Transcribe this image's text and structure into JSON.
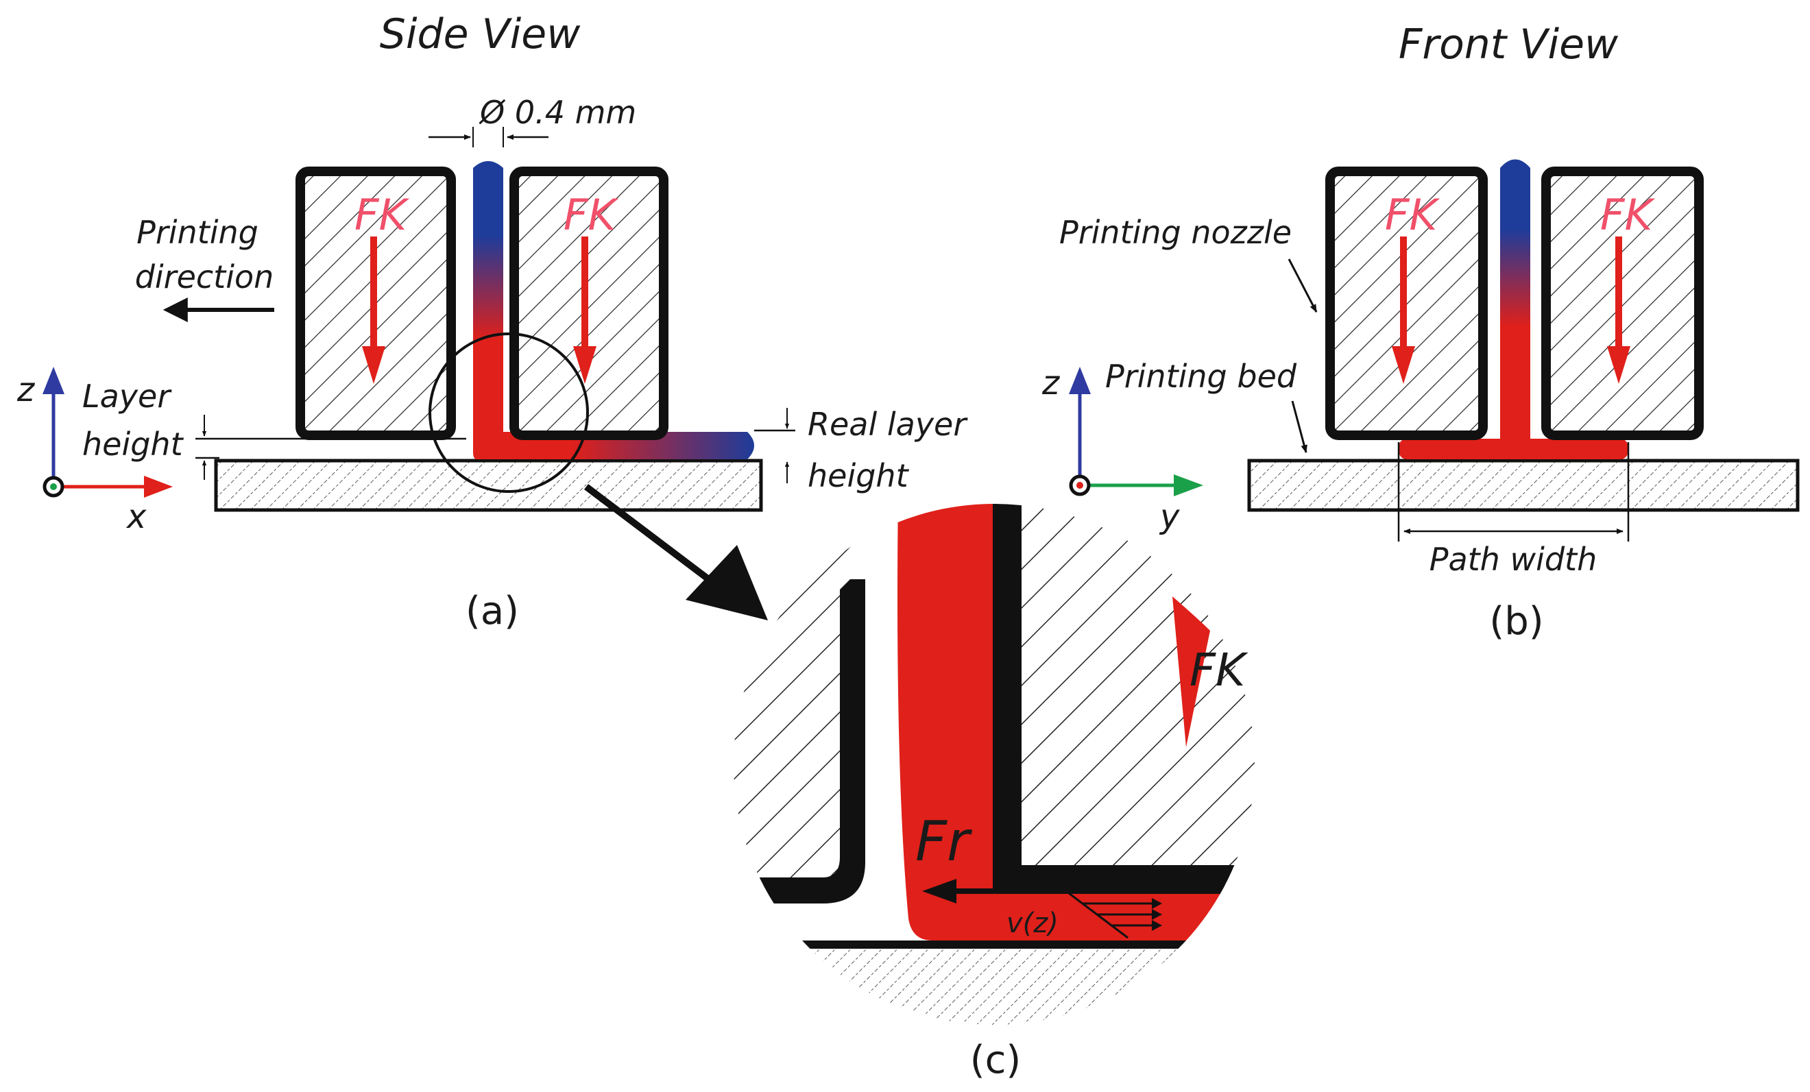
{
  "side_view": {
    "title": "Side View",
    "fk_left": "FK",
    "fk_right": "FK",
    "diameter": "Ø 0.4 mm",
    "printing_direction_1": "Printing",
    "printing_direction_2": "direction",
    "layer_height_1": "Layer",
    "layer_height_2": "height",
    "real_layer_height_1": "Real layer",
    "real_layer_height_2": "height",
    "axis_z": "z",
    "axis_x": "x",
    "caption": "(a)"
  },
  "front_view": {
    "title": "Front View",
    "fk_left": "FK",
    "fk_right": "FK",
    "printing_nozzle": "Printing nozzle",
    "printing_bed": "Printing bed",
    "path_width": "Path width",
    "axis_z": "z",
    "axis_y": "y",
    "caption": "(b)"
  },
  "detail_view": {
    "fk": "FK",
    "fr": "Fr",
    "velocity": "v(z)",
    "caption": "(c)"
  },
  "colors": {
    "filament_red": "#e0201a",
    "filament_blue": "#1e3c9a",
    "fk_text": "#f0506a",
    "axis_z": "#2f3ba0",
    "axis_x": "#e0201a",
    "axis_y": "#1aa048"
  }
}
